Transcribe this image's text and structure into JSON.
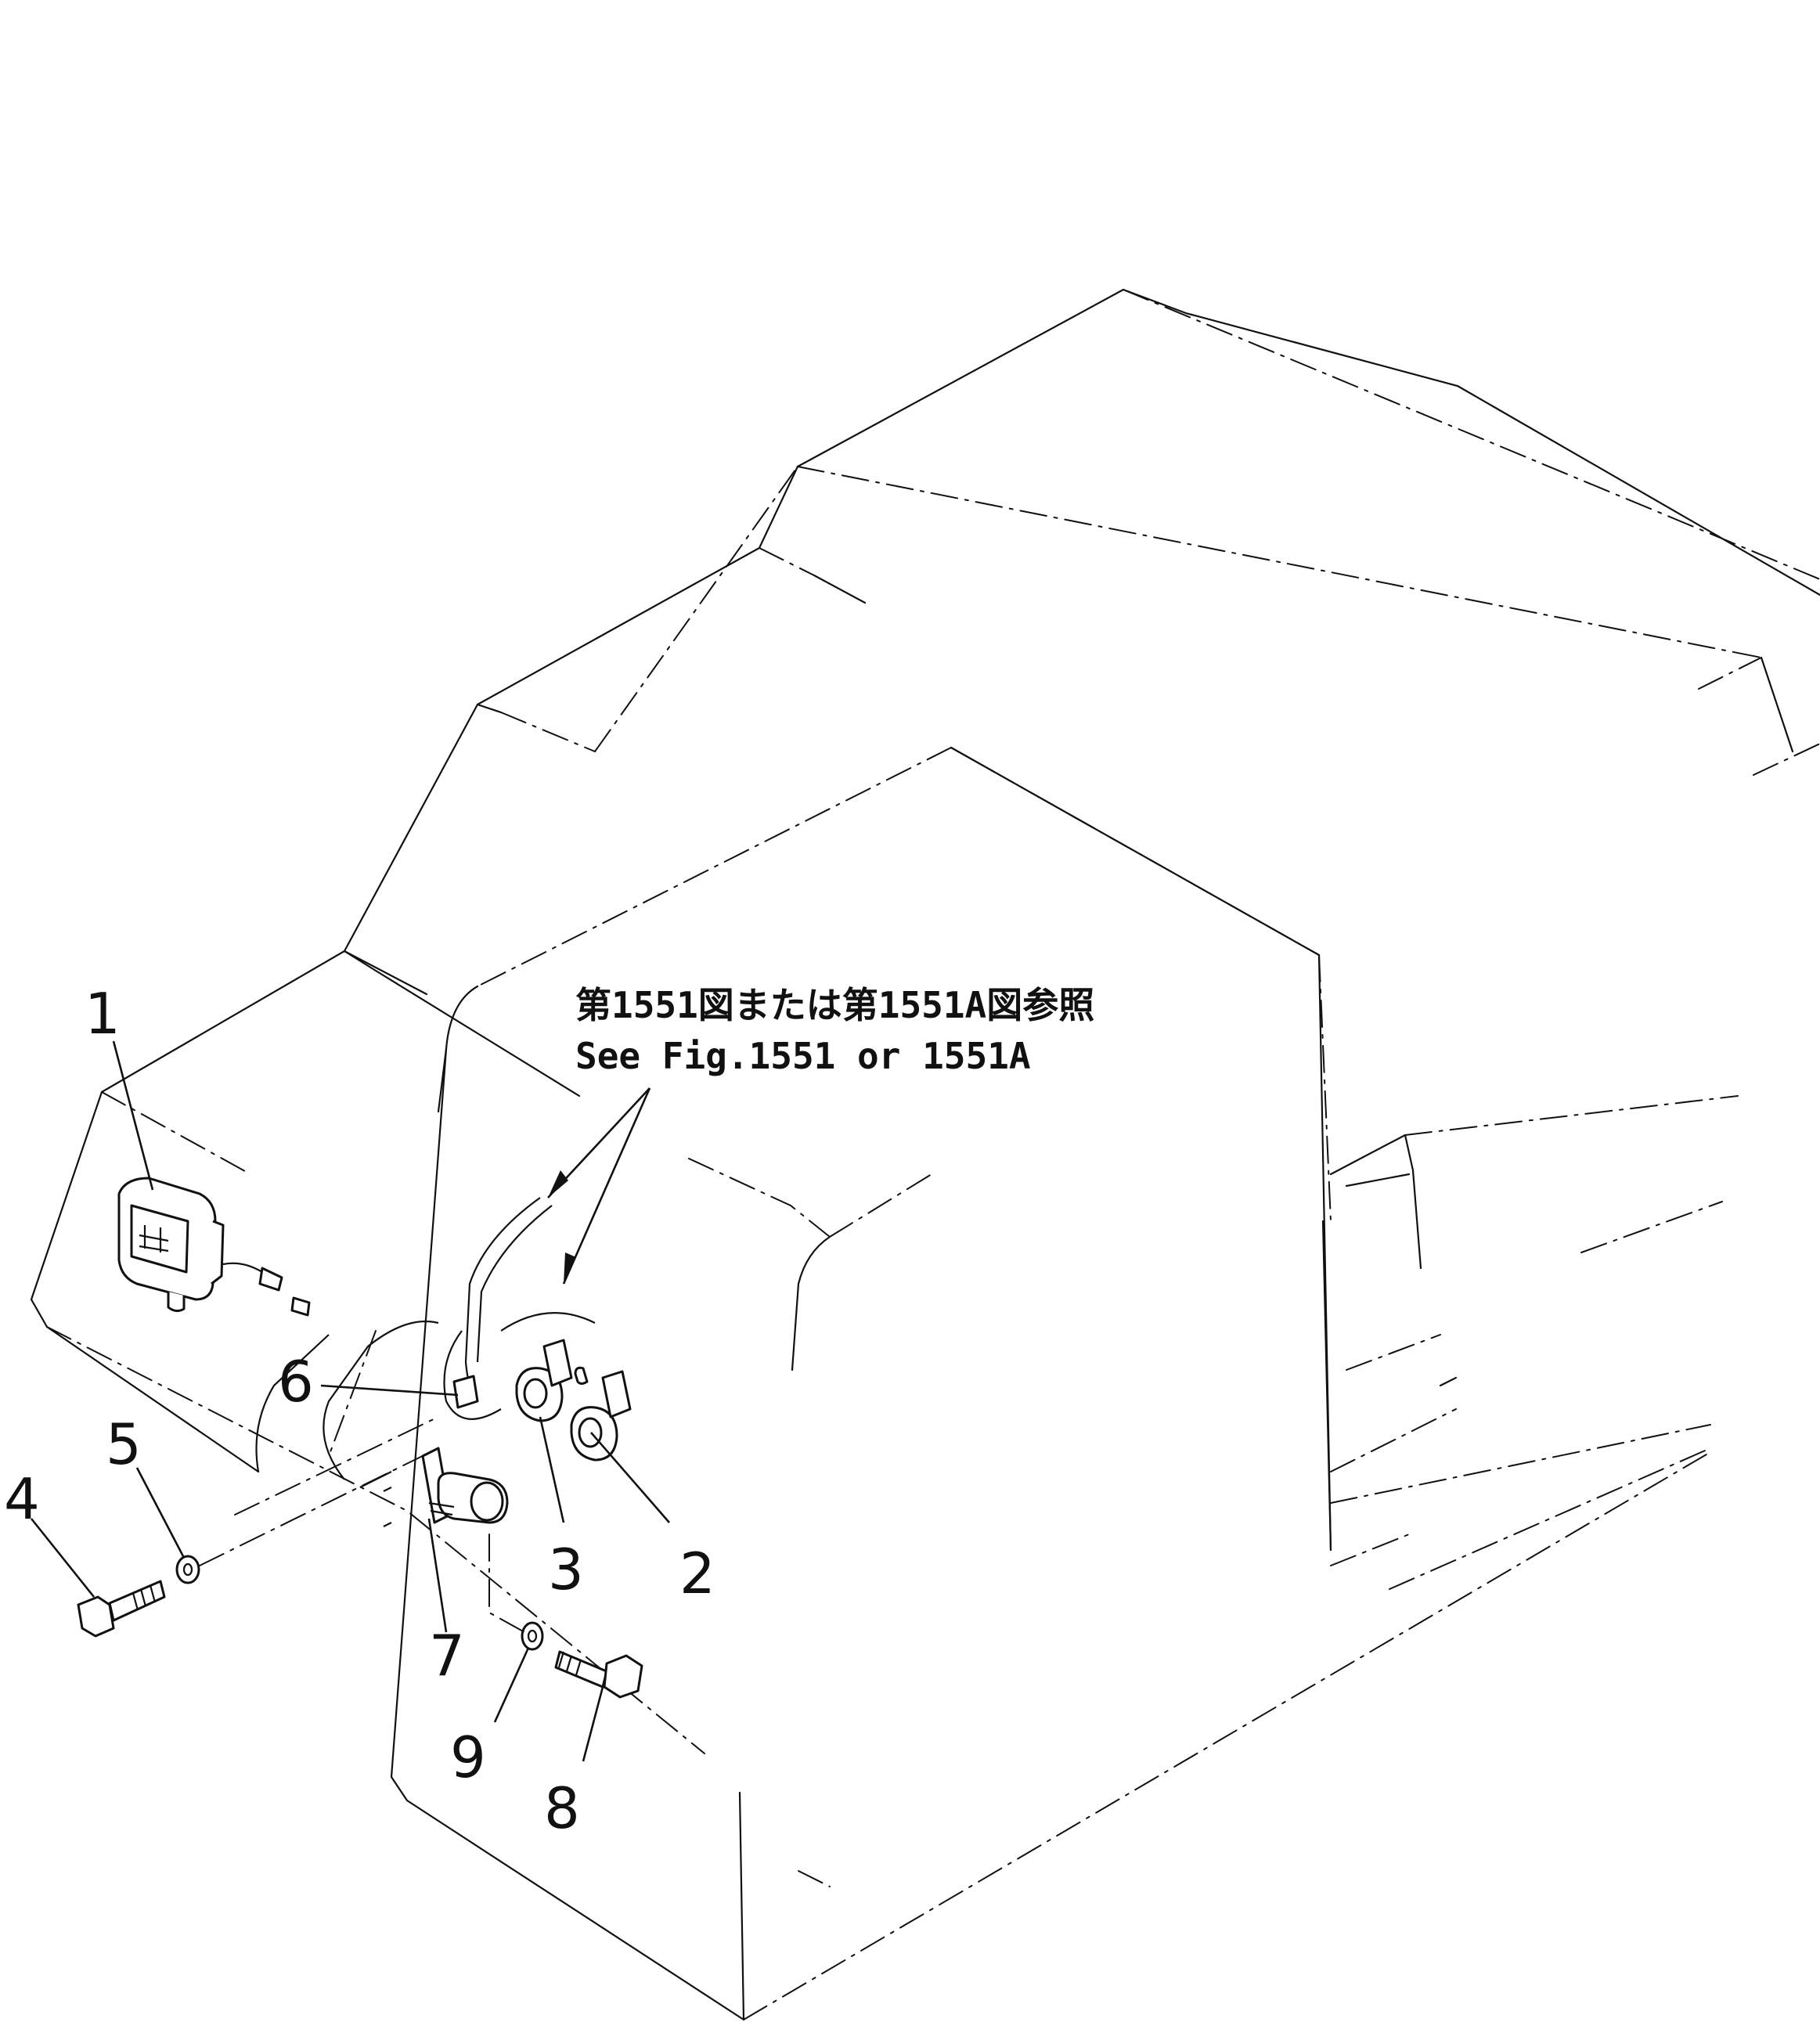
{
  "note": {
    "line_ja": "第1551図または第1551A図参照",
    "line_en": "See Fig.1551 or 1551A"
  },
  "callouts": [
    {
      "id": "1",
      "label": "1"
    },
    {
      "id": "2",
      "label": "2"
    },
    {
      "id": "3",
      "label": "3"
    },
    {
      "id": "4",
      "label": "4"
    },
    {
      "id": "5",
      "label": "5"
    },
    {
      "id": "6",
      "label": "6"
    },
    {
      "id": "7",
      "label": "7"
    },
    {
      "id": "8",
      "label": "8"
    },
    {
      "id": "9",
      "label": "9"
    }
  ],
  "colors": {
    "ink": "#111111",
    "paper": "#ffffff"
  }
}
